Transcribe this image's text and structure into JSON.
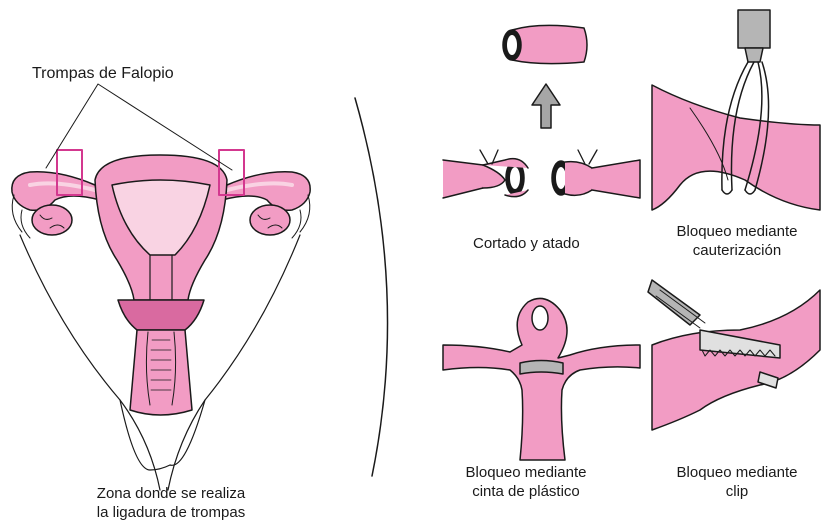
{
  "labels": {
    "fallopian_tubes": "Trompas de Falopio",
    "ligation_zone_line1": "Zona donde se realiza",
    "ligation_zone_line2": "la ligadura de trompas",
    "cut_tied": "Cortado y atado",
    "cauterization_line1": "Bloqueo mediante",
    "cauterization_line2": "cauterización",
    "plastic_band_line1": "Bloqueo mediante",
    "plastic_band_line2": "cinta de plástico",
    "clip_line1": "Bloqueo mediante",
    "clip_line2": "clip"
  },
  "colors": {
    "tissue_pink": "#f29cc4",
    "tissue_light": "#f9d3e3",
    "outline": "#1a1a1a",
    "marker_magenta": "#d3388f",
    "instrument_gray": "#b5b5b5",
    "arrow_gray": "#a6a6a6"
  },
  "icons": {
    "up_arrow": "arrow-up-icon"
  }
}
